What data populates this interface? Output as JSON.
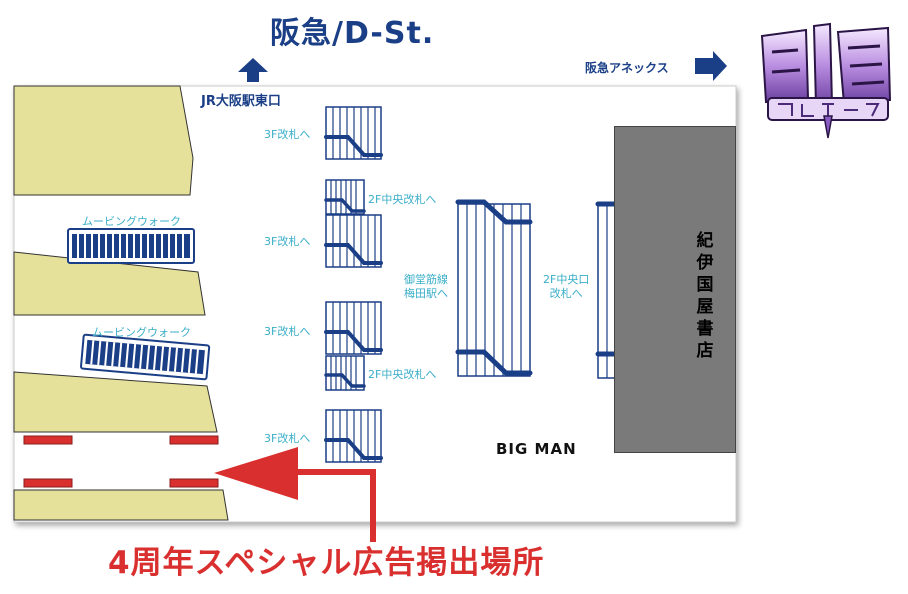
{
  "title": "阪急/D-St.",
  "exits": {
    "jr": "JR大阪駅東口",
    "hankyu_annex": "阪急アネックス"
  },
  "labels": {
    "gate_3f_1": "3F改札へ",
    "gate_3f_2": "3F改札へ",
    "gate_3f_3": "3F改札へ",
    "gate_3f_4": "3F改札へ",
    "gate_2f_center_1": "2F中央改札へ",
    "gate_2f_center_2": "2F中央改札へ",
    "midosuji_line_1": "御堂筋線",
    "midosuji_line_2": "梅田駅へ",
    "center_exit_2f_1": "2F中央口",
    "center_exit_2f_2": "改札へ",
    "moving_walk_1": "ムービングウォーク",
    "moving_walk_2": "ムービングウォーク",
    "big_man": "BIG MAN",
    "bookstore": [
      "紀",
      "伊",
      "国",
      "屋",
      "書",
      "店"
    ]
  },
  "callout": "4周年スペシャル広告掲出場所",
  "colors": {
    "navy": "#1b3f87",
    "khaki": "#e6e19a",
    "red": "#d9302f",
    "gray": "#7a7a7a",
    "cyan": "#3aaec8"
  }
}
